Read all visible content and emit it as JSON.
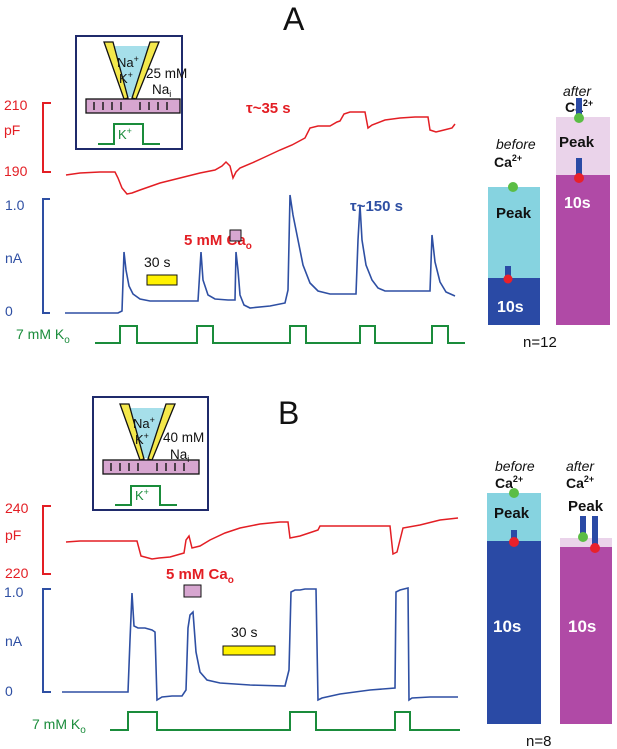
{
  "panels": [
    {
      "letter": "A",
      "inset": {
        "ion1": "Na",
        "ion2": "K",
        "conc": "25 mM",
        "na": "Na",
        "na_sub": "i",
        "pulse": "K"
      },
      "cap": {
        "top": "210",
        "unit": "pF",
        "bottom": "190",
        "tau": "τ~35 s"
      },
      "cur": {
        "top": "1.0",
        "unit": "nA",
        "bottom": "0",
        "tau": "τ~150 s"
      },
      "ca_label": "5 mM Ca",
      "ca_sub": "o",
      "scale": "30 s",
      "ko_label": "7 mM K",
      "ko_sub": "o",
      "bars": {
        "before": "before",
        "after": "after",
        "ca": "Ca",
        "ca_sup": "2+",
        "peak": "Peak",
        "ten": "10s",
        "n": "n=12"
      }
    },
    {
      "letter": "B",
      "inset": {
        "ion1": "Na",
        "ion2": "K",
        "conc": "40 mM",
        "na": "Na",
        "na_sub": "i",
        "pulse": "K"
      },
      "cap": {
        "top": "240",
        "unit": "pF",
        "bottom": "220"
      },
      "cur": {
        "top": "1.0",
        "unit": "nA",
        "bottom": "0"
      },
      "ca_label": "5 mM Ca",
      "ca_sub": "o",
      "scale": "30 s",
      "ko_label": "7 mM K",
      "ko_sub": "o",
      "bars": {
        "before": "before",
        "after": "after",
        "ca": "Ca",
        "ca_sup": "2+",
        "peak": "Peak",
        "ten": "10s",
        "n": "n=8"
      }
    }
  ],
  "colors": {
    "red": "#e31e24",
    "blue": "#2e4fa3",
    "green": "#1a8c3b",
    "yellow": "#fff200",
    "cyan": "#86d3e0",
    "navy": "#2a4aa5",
    "magenta": "#b04aa6",
    "pink": "#ead3ea",
    "insetPink": "#d7a6d0",
    "dot_red": "#e8212a",
    "dot_green": "#5bbd45"
  }
}
